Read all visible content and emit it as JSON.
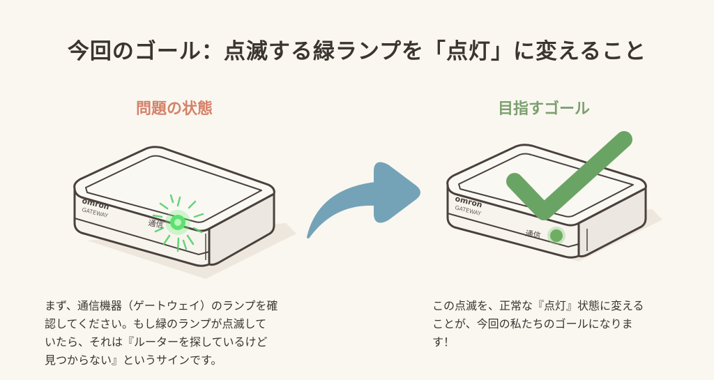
{
  "title": "今回のゴール：点滅する緑ランプを「点灯」に変えること",
  "colors": {
    "background": "#faf7f0",
    "title": "#3b3430",
    "problem_heading": "#d4826a",
    "goal_heading": "#7c9f6f",
    "arrow": "#74a3b8",
    "checkmark": "#6aa464",
    "lamp_blinking": "#5fe070",
    "lamp_steady": "#6fae62",
    "device_outline": "#4a413d",
    "device_fill": "#f5f2ec"
  },
  "problem": {
    "heading": "問題の状態",
    "device": {
      "brand": "OMRON",
      "model": "GATEWAY",
      "lamp_label": "通信",
      "lamp_state": "blinking"
    },
    "description_lines": [
      "まず、通信機器（ゲートウェイ）のランプを確",
      "認してください。もし緑のランプが点滅して",
      "いたら、それは『ルーターを探しているけど",
      "見つからない』というサインです。"
    ]
  },
  "transition": {
    "icon": "curved-arrow-right-icon"
  },
  "goal": {
    "heading": "目指すゴール",
    "device": {
      "brand": "OMRON",
      "model": "GATEWAY",
      "lamp_label": "通信",
      "lamp_state": "steady"
    },
    "overlay_icon": "checkmark-icon",
    "description_lines": [
      "この点滅を、正常な『点灯』状態に変える",
      "ことが、今回の私たちのゴールになりま",
      "す！"
    ]
  }
}
